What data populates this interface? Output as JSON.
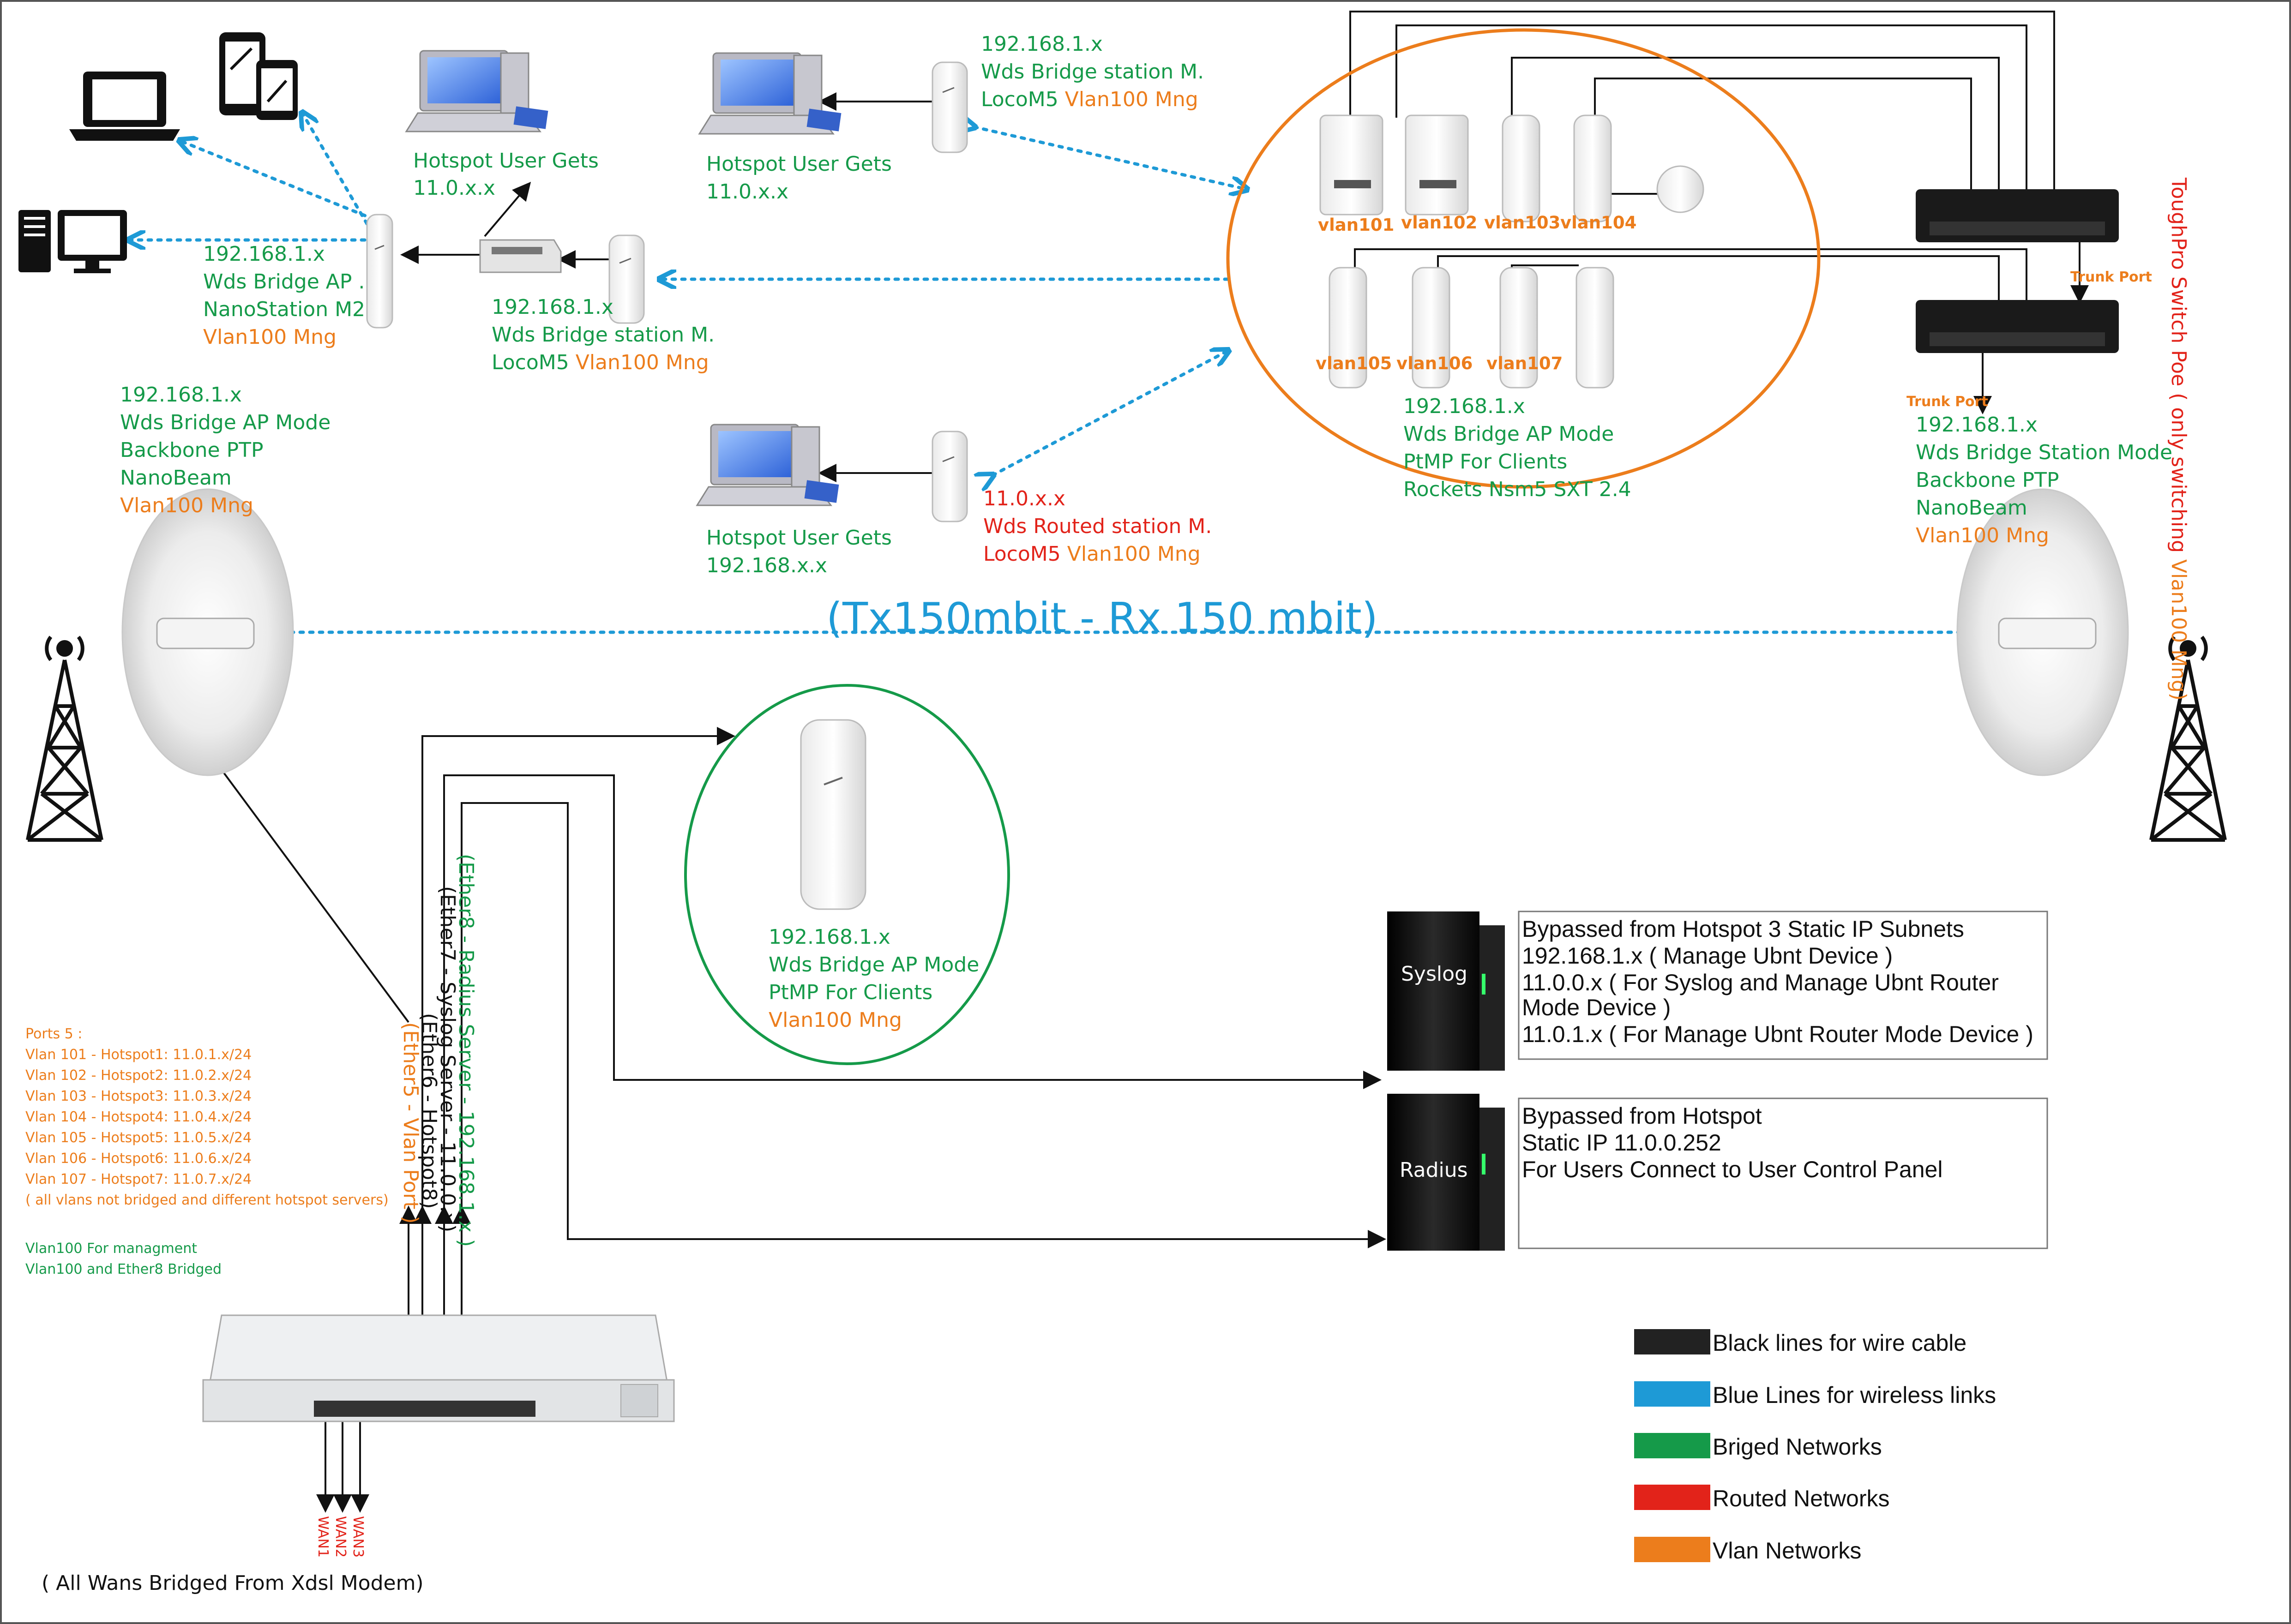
{
  "colors": {
    "green": "#159a49",
    "orange": "#ec7d1c",
    "red": "#e2231a",
    "blue": "#1e9ad6",
    "black": "#1a1a1a"
  },
  "left_laptop_label": "",
  "hotspot_pc_1": {
    "line1": "Hotspot User Gets",
    "line2": "11.0.x.x"
  },
  "hotspot_pc_2": {
    "line1": "Hotspot User Gets",
    "line2": "11.0.x.x"
  },
  "hotspot_pc_3": {
    "line1": "Hotspot User Gets",
    "line2": "192.168.x.x"
  },
  "top_station": {
    "ip": "192.168.1.x",
    "role": "Wds Bridge station M.",
    "model": "LocoM5",
    "mng": "Vlan100 Mng"
  },
  "mid_station": {
    "ip": "192.168.1.x",
    "role": "Wds Bridge station M.",
    "model": "LocoM5",
    "mng": "Vlan100 Mng"
  },
  "nanostation_ap": {
    "ip": "192.168.1.x",
    "role": "Wds Bridge AP .",
    "model": "NanoStation M2",
    "mng": "Vlan100 Mng"
  },
  "routed_station": {
    "ip": "11.0.x.x",
    "role": "Wds Routed station M.",
    "model": "LocoM5",
    "mng": "Vlan100 Mng"
  },
  "left_nanobeam": {
    "ip": "192.168.1.x",
    "role": "Wds Bridge AP Mode",
    "link": "Backbone PTP",
    "model": "NanoBeam",
    "mng": "Vlan100 Mng"
  },
  "right_nanobeam": {
    "ip": "192.168.1.x",
    "role": "Wds Bridge Station Mode",
    "link": "Backbone PTP",
    "model": "NanoBeam",
    "mng": "Vlan100 Mng"
  },
  "cluster": {
    "vlans": [
      "vlan101",
      "vlan102",
      "vlan103",
      "vlan104",
      "vlan105",
      "vlan106",
      "vlan107"
    ],
    "ip": "192.168.1.x",
    "role": "Wds Bridge AP Mode",
    "mode": "PtMP For Clients",
    "model": "Rockets Nsm5 SXT 2.4"
  },
  "bottom_ap": {
    "ip": "192.168.1.x",
    "role": "Wds Bridge AP Mode",
    "mode": "PtMP For Clients",
    "mng": "Vlan100 Mng"
  },
  "backbone_speed": "(Tx150mbit - Rx 150 mbit)",
  "switch": {
    "vertical": "ToughPro Switch Poe ( only switching ",
    "vertical_vlan": "Vlan100 Mng)",
    "trunk1": "Trunk Port",
    "trunk2": "Trunk Port"
  },
  "ports": {
    "ether8": "(Ether8 - Radius Server - 192.168.1.x )",
    "ether7": "(Ether7 - Syslog Server - 11.0.0.x)",
    "ether6": "(Ether6 - Hotspot8)",
    "ether5": "(Ether5 - Vlan Port )"
  },
  "ports_note": {
    "title": "Ports 5 :",
    "lines": [
      "Vlan 101 - Hotspot1: 11.0.1.x/24",
      "Vlan 102 - Hotspot2: 11.0.2.x/24",
      "Vlan 103 - Hotspot3: 11.0.3.x/24",
      "Vlan 104 - Hotspot4: 11.0.4.x/24",
      "Vlan 105 - Hotspot5: 11.0.5.x/24",
      "Vlan 106 - Hotspot6: 11.0.6.x/24",
      "Vlan 107 - Hotspot7: 11.0.7.x/24",
      "( all vlans not bridged and different hotspot servers)"
    ],
    "mgmt1": "Vlan100 For managment",
    "mgmt2": "Vlan100 and Ether8 Bridged"
  },
  "wans": [
    "WAN1",
    "WAN2",
    "WAN3"
  ],
  "wans_note": "( All Wans Bridged From Xdsl Modem)",
  "syslog": {
    "label": "Syslog",
    "lines": [
      "Bypassed from Hotspot 3 Static IP Subnets",
      "192.168.1.x ( Manage Ubnt Device )",
      "11.0.0.x ( For Syslog and Manage Ubnt Router",
      "Mode Device )",
      "11.0.1.x ( For Manage Ubnt Router Mode Device )"
    ]
  },
  "radius": {
    "label": "Radius",
    "lines": [
      "Bypassed from Hotspot",
      "Static IP 11.0.0.252",
      "For Users Connect to User Control Panel"
    ]
  },
  "legend": [
    {
      "color": "#222222",
      "label": "Black lines for wire cable"
    },
    {
      "color": "#1e9ad6",
      "label": "Blue Lines for wireless links"
    },
    {
      "color": "#159a49",
      "label": "Briged Networks"
    },
    {
      "color": "#e2231a",
      "label": "Routed Networks"
    },
    {
      "color": "#ec7d1c",
      "label": "Vlan Networks"
    }
  ]
}
